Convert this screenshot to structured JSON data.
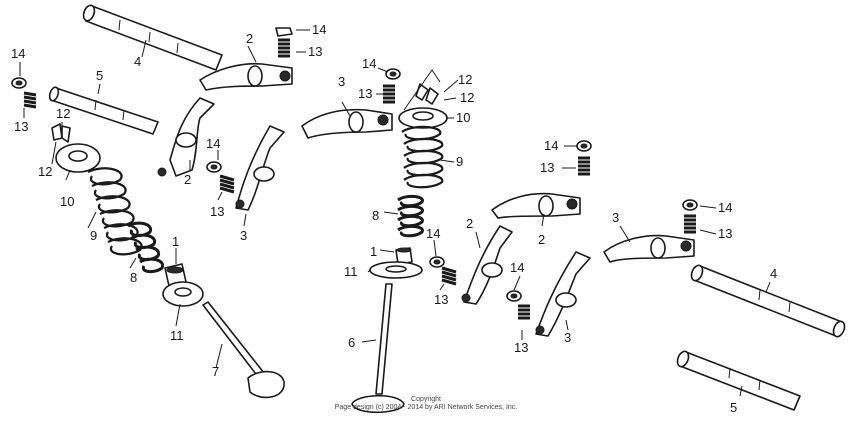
{
  "callouts": [
    {
      "id": "c4a",
      "text": "4"
    },
    {
      "id": "c2a",
      "text": "2"
    },
    {
      "id": "c14a",
      "text": "14"
    },
    {
      "id": "c13a",
      "text": "13"
    },
    {
      "id": "c14b",
      "text": "14"
    },
    {
      "id": "c13b",
      "text": "13"
    },
    {
      "id": "c5a",
      "text": "5"
    },
    {
      "id": "c12a",
      "text": "12"
    },
    {
      "id": "c12b",
      "text": "12"
    },
    {
      "id": "c10a",
      "text": "10"
    },
    {
      "id": "c9a",
      "text": "9"
    },
    {
      "id": "c8a",
      "text": "8"
    },
    {
      "id": "c1a",
      "text": "1"
    },
    {
      "id": "c11a",
      "text": "11"
    },
    {
      "id": "c7a",
      "text": "7"
    },
    {
      "id": "c2b",
      "text": "2"
    },
    {
      "id": "c14c",
      "text": "14"
    },
    {
      "id": "c13c",
      "text": "13"
    },
    {
      "id": "c3a",
      "text": "3"
    },
    {
      "id": "c14d",
      "text": "14"
    },
    {
      "id": "c12c",
      "text": "12"
    },
    {
      "id": "c13d",
      "text": "13"
    },
    {
      "id": "c12d",
      "text": "12"
    },
    {
      "id": "c3b",
      "text": "3"
    },
    {
      "id": "c10b",
      "text": "10"
    },
    {
      "id": "c9b",
      "text": "9"
    },
    {
      "id": "c8b",
      "text": "8"
    },
    {
      "id": "c1b",
      "text": "1"
    },
    {
      "id": "c11b",
      "text": "11"
    },
    {
      "id": "c6a",
      "text": "6"
    },
    {
      "id": "c14e",
      "text": "14"
    },
    {
      "id": "c13e",
      "text": "13"
    },
    {
      "id": "c2c",
      "text": "2"
    },
    {
      "id": "c2d",
      "text": "2"
    },
    {
      "id": "c14f",
      "text": "14"
    },
    {
      "id": "c13f",
      "text": "13"
    },
    {
      "id": "c14g",
      "text": "14"
    },
    {
      "id": "c13g",
      "text": "13"
    },
    {
      "id": "c3c",
      "text": "3"
    },
    {
      "id": "c3d",
      "text": "3"
    },
    {
      "id": "c14h",
      "text": "14"
    },
    {
      "id": "c13h",
      "text": "13"
    },
    {
      "id": "c4b",
      "text": "4"
    },
    {
      "id": "c5b",
      "text": "5"
    }
  ],
  "copyright": {
    "line1": "Copyright",
    "line2": "Page design (c) 2004 - 2014 by ARI Network Services, Inc."
  }
}
